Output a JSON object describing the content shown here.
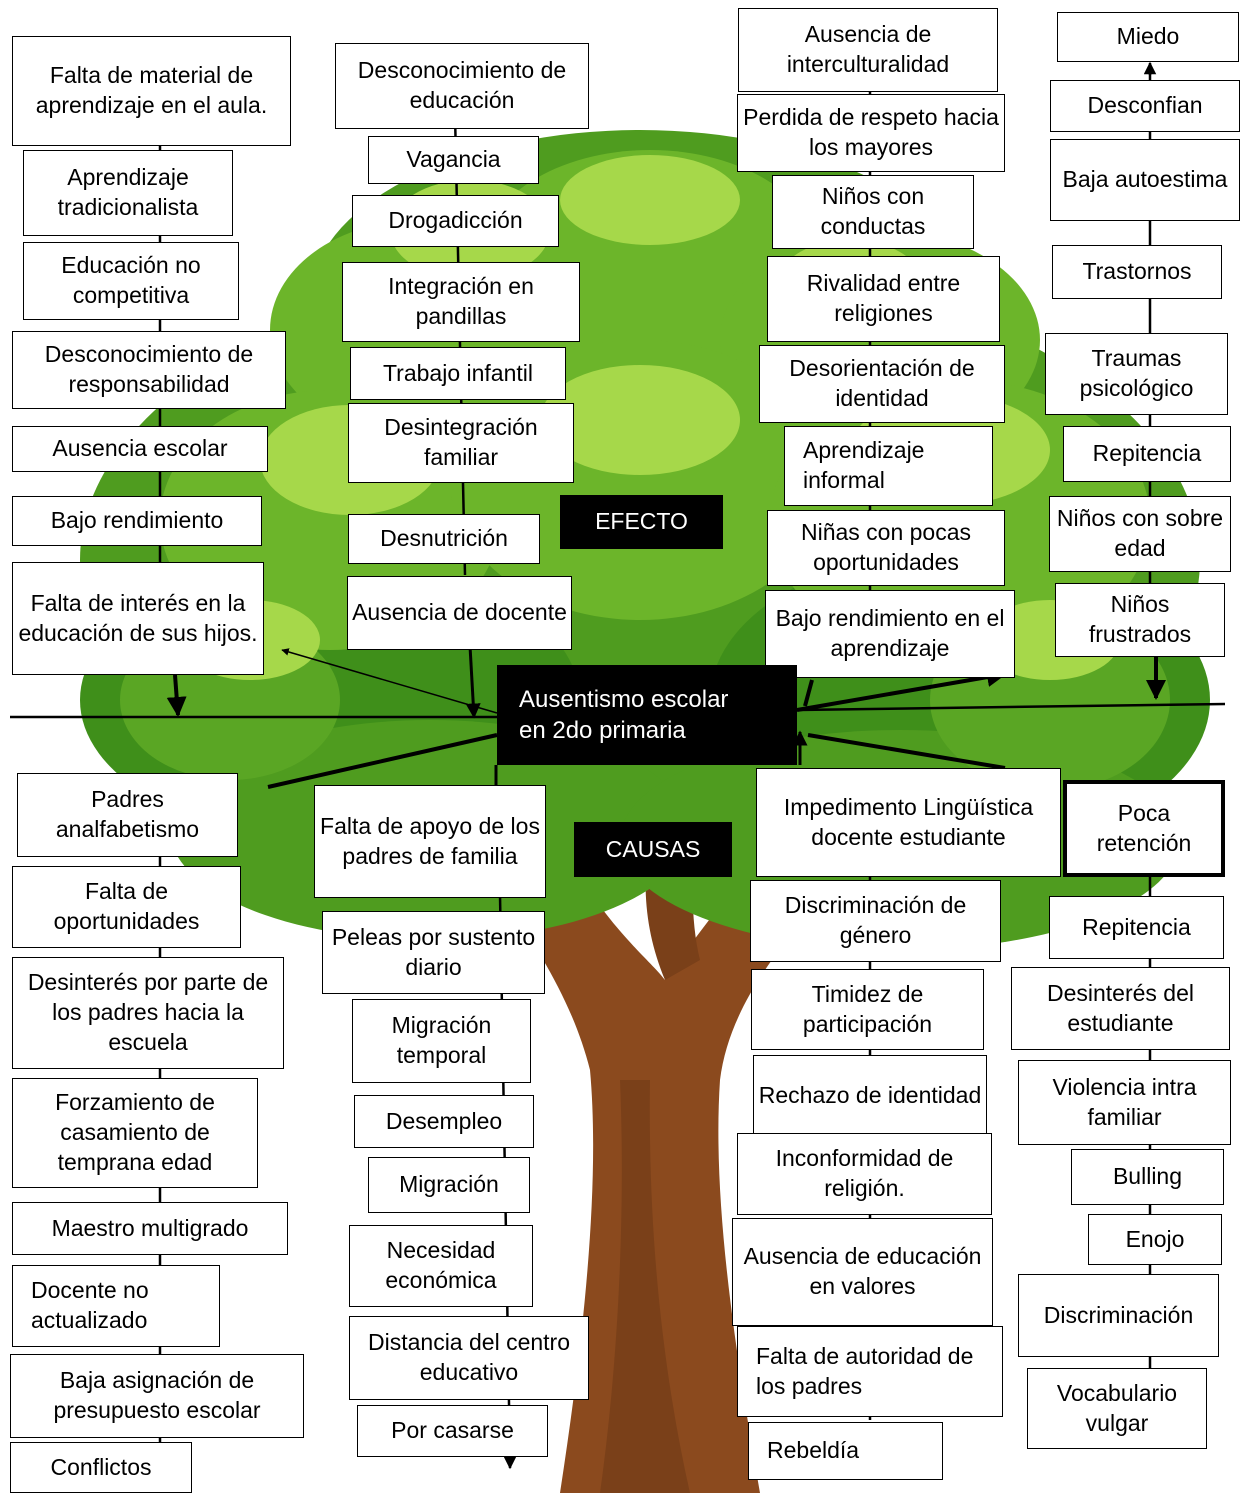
{
  "colors": {
    "foliage_dark": "#3f8f1a",
    "foliage_mid": "#6cb52a",
    "foliage_light": "#a6d84a",
    "trunk": "#8b4a1e",
    "trunk_dark": "#5e2f10",
    "box_border": "#000000",
    "label_bg": "#000000"
  },
  "center": {
    "label": "Ausentismo escolar\nen  2do primaria"
  },
  "labels": {
    "efecto": "EFECTO",
    "causas": "CAUSAS"
  },
  "effects": {
    "col1": [
      "Falta de material de aprendizaje en el aula.",
      "Aprendizaje tradicionalista",
      "Educación no competitiva",
      "Desconocimiento de responsabilidad",
      "Ausencia escolar",
      "Bajo rendimiento",
      "Falta de interés en la educación de sus hijos."
    ],
    "col2": [
      "Desconocimiento de educación",
      "Vagancia",
      "Drogadicción",
      "Integración en pandillas",
      "Trabajo infantil",
      "Desintegración familiar",
      "Desnutrición",
      "Ausencia de docente"
    ],
    "col3": [
      "Ausencia de interculturalidad",
      "Perdida de respeto hacia los mayores",
      "Niños con conductas",
      "Rivalidad entre religiones",
      "Desorientación de identidad",
      "Aprendizaje informal",
      "Niñas con pocas oportunidades",
      "Bajo rendimiento en el aprendizaje"
    ],
    "col4": [
      "Miedo",
      "Desconfian",
      "Baja autoestima",
      "Trastornos",
      "Traumas psicológico",
      "Repitencia",
      "Niños con sobre edad",
      "Niños frustrados"
    ]
  },
  "causes": {
    "col1": [
      "Padres analfabetismo",
      "Falta de oportunidades",
      "Desinterés por parte de los padres hacia la escuela",
      "Forzamiento de casamiento de temprana edad",
      "Maestro multigrado",
      "Docente no actualizado",
      "Baja asignación de presupuesto escolar",
      "Conflictos"
    ],
    "col2": [
      "Falta de apoyo de los padres de familia",
      "Peleas por sustento diario",
      "Migración temporal",
      "Desempleo",
      "Migración",
      "Necesidad económica",
      "Distancia del centro educativo",
      "Por casarse"
    ],
    "col3": [
      "Impedimento Lingüística   docente estudiante",
      "Discriminación de género",
      "Timidez de participación",
      "Rechazo de identidad",
      "Inconformidad de religión.",
      "Ausencia de educación en valores",
      "Falta de autoridad de los padres",
      "Rebeldía"
    ],
    "col4": [
      "Poca retención",
      "Repitencia",
      "Desinterés del estudiante",
      "Violencia intra familiar",
      "Bulling",
      "Enojo",
      "Discriminación",
      "Vocabulario vulgar"
    ]
  }
}
